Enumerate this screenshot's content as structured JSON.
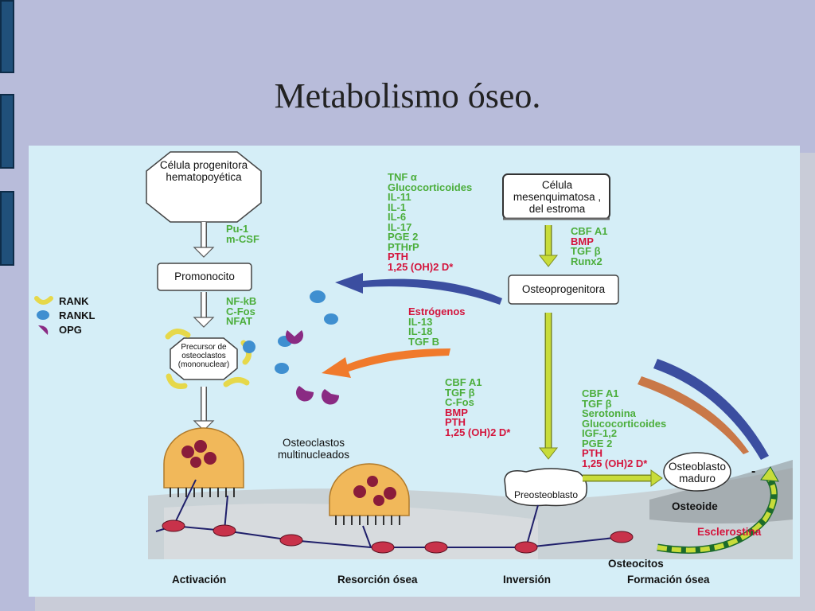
{
  "title": "Metabolismo óseo.",
  "nodes": {
    "hemato": "Célula progenitora hematopoyética",
    "promonocito": "Promonocito",
    "precursor": "Precursor de osteoclastos (mononuclear)",
    "osteoclastos": "Osteoclastos multinucleados",
    "mesenquimatosa": "Célula mesenquimatosa , del estroma",
    "osteoprogenitora": "Osteoprogenitora",
    "preosteoblasto": "Preosteoblasto",
    "osteoblasto": "Osteoblasto maduro",
    "osteoide": "Osteoide",
    "esclerostina": "Esclerostina",
    "osteocitos": "Osteocitos",
    "minus": "-"
  },
  "legend": {
    "rank": "RANK",
    "rankl": "RANKL",
    "opg": "OPG"
  },
  "factors": {
    "pu1": [
      {
        "t": "Pu-1",
        "c": "g"
      },
      {
        "t": "m-CSF",
        "c": "g"
      }
    ],
    "nfkb": [
      {
        "t": "NF-kB",
        "c": "g"
      },
      {
        "t": "C-Fos",
        "c": "g"
      },
      {
        "t": "NFAT",
        "c": "g"
      }
    ],
    "tnf": [
      {
        "t": "TNF α",
        "c": "g"
      },
      {
        "t": "Glucocorticoides",
        "c": "g"
      },
      {
        "t": "IL-11",
        "c": "g"
      },
      {
        "t": "IL-1",
        "c": "g"
      },
      {
        "t": "IL-6",
        "c": "g"
      },
      {
        "t": "IL-17",
        "c": "g"
      },
      {
        "t": "PGE 2",
        "c": "g"
      },
      {
        "t": "PTHrP",
        "c": "g"
      },
      {
        "t": "PTH",
        "c": "r"
      },
      {
        "t": "1,25 (OH)2 D*",
        "c": "r"
      }
    ],
    "estrogenos": [
      {
        "t": "Estrógenos",
        "c": "r"
      },
      {
        "t": "IL-13",
        "c": "g"
      },
      {
        "t": "IL-18",
        "c": "g"
      },
      {
        "t": "TGF B",
        "c": "g"
      }
    ],
    "cbf_top": [
      {
        "t": "CBF A1",
        "c": "g"
      },
      {
        "t": "BMP",
        "c": "r"
      },
      {
        "t": "TGF β",
        "c": "g"
      },
      {
        "t": "Runx2",
        "c": "g"
      }
    ],
    "cbf_mid": [
      {
        "t": "CBF A1",
        "c": "g"
      },
      {
        "t": "TGF β",
        "c": "g"
      },
      {
        "t": "C-Fos",
        "c": "g"
      },
      {
        "t": "BMP",
        "c": "r"
      },
      {
        "t": "PTH",
        "c": "r"
      },
      {
        "t": "1,25 (OH)2 D*",
        "c": "r"
      }
    ],
    "cbf_right": [
      {
        "t": "CBF A1",
        "c": "g"
      },
      {
        "t": "TGF β",
        "c": "g"
      },
      {
        "t": "Serotonina",
        "c": "g"
      },
      {
        "t": "Glucocorticoides",
        "c": "g"
      },
      {
        "t": "IGF-1,2",
        "c": "g"
      },
      {
        "t": "PGE 2",
        "c": "g"
      },
      {
        "t": "PTH",
        "c": "r"
      },
      {
        "t": "1,25 (OH)2 D*",
        "c": "r"
      }
    ]
  },
  "stages": {
    "activacion": "Activación",
    "resorcion": "Resorción ósea",
    "inversion": "Inversión",
    "formacion": "Formación ósea"
  },
  "colors": {
    "factor_green": "#4cae3c",
    "factor_red": "#d4143c",
    "osteoclast_fill": "#f1b85a",
    "rankl_blue": "#3f8fd0",
    "opg_purple": "#8a2b83",
    "rank_yellow": "#e6d84a",
    "arrow_blue": "#3b4ea0",
    "arrow_orange": "#f07a2c",
    "arrow_yellow_green": "#c8dc3a",
    "osteocyte_red": "#c8324a"
  }
}
